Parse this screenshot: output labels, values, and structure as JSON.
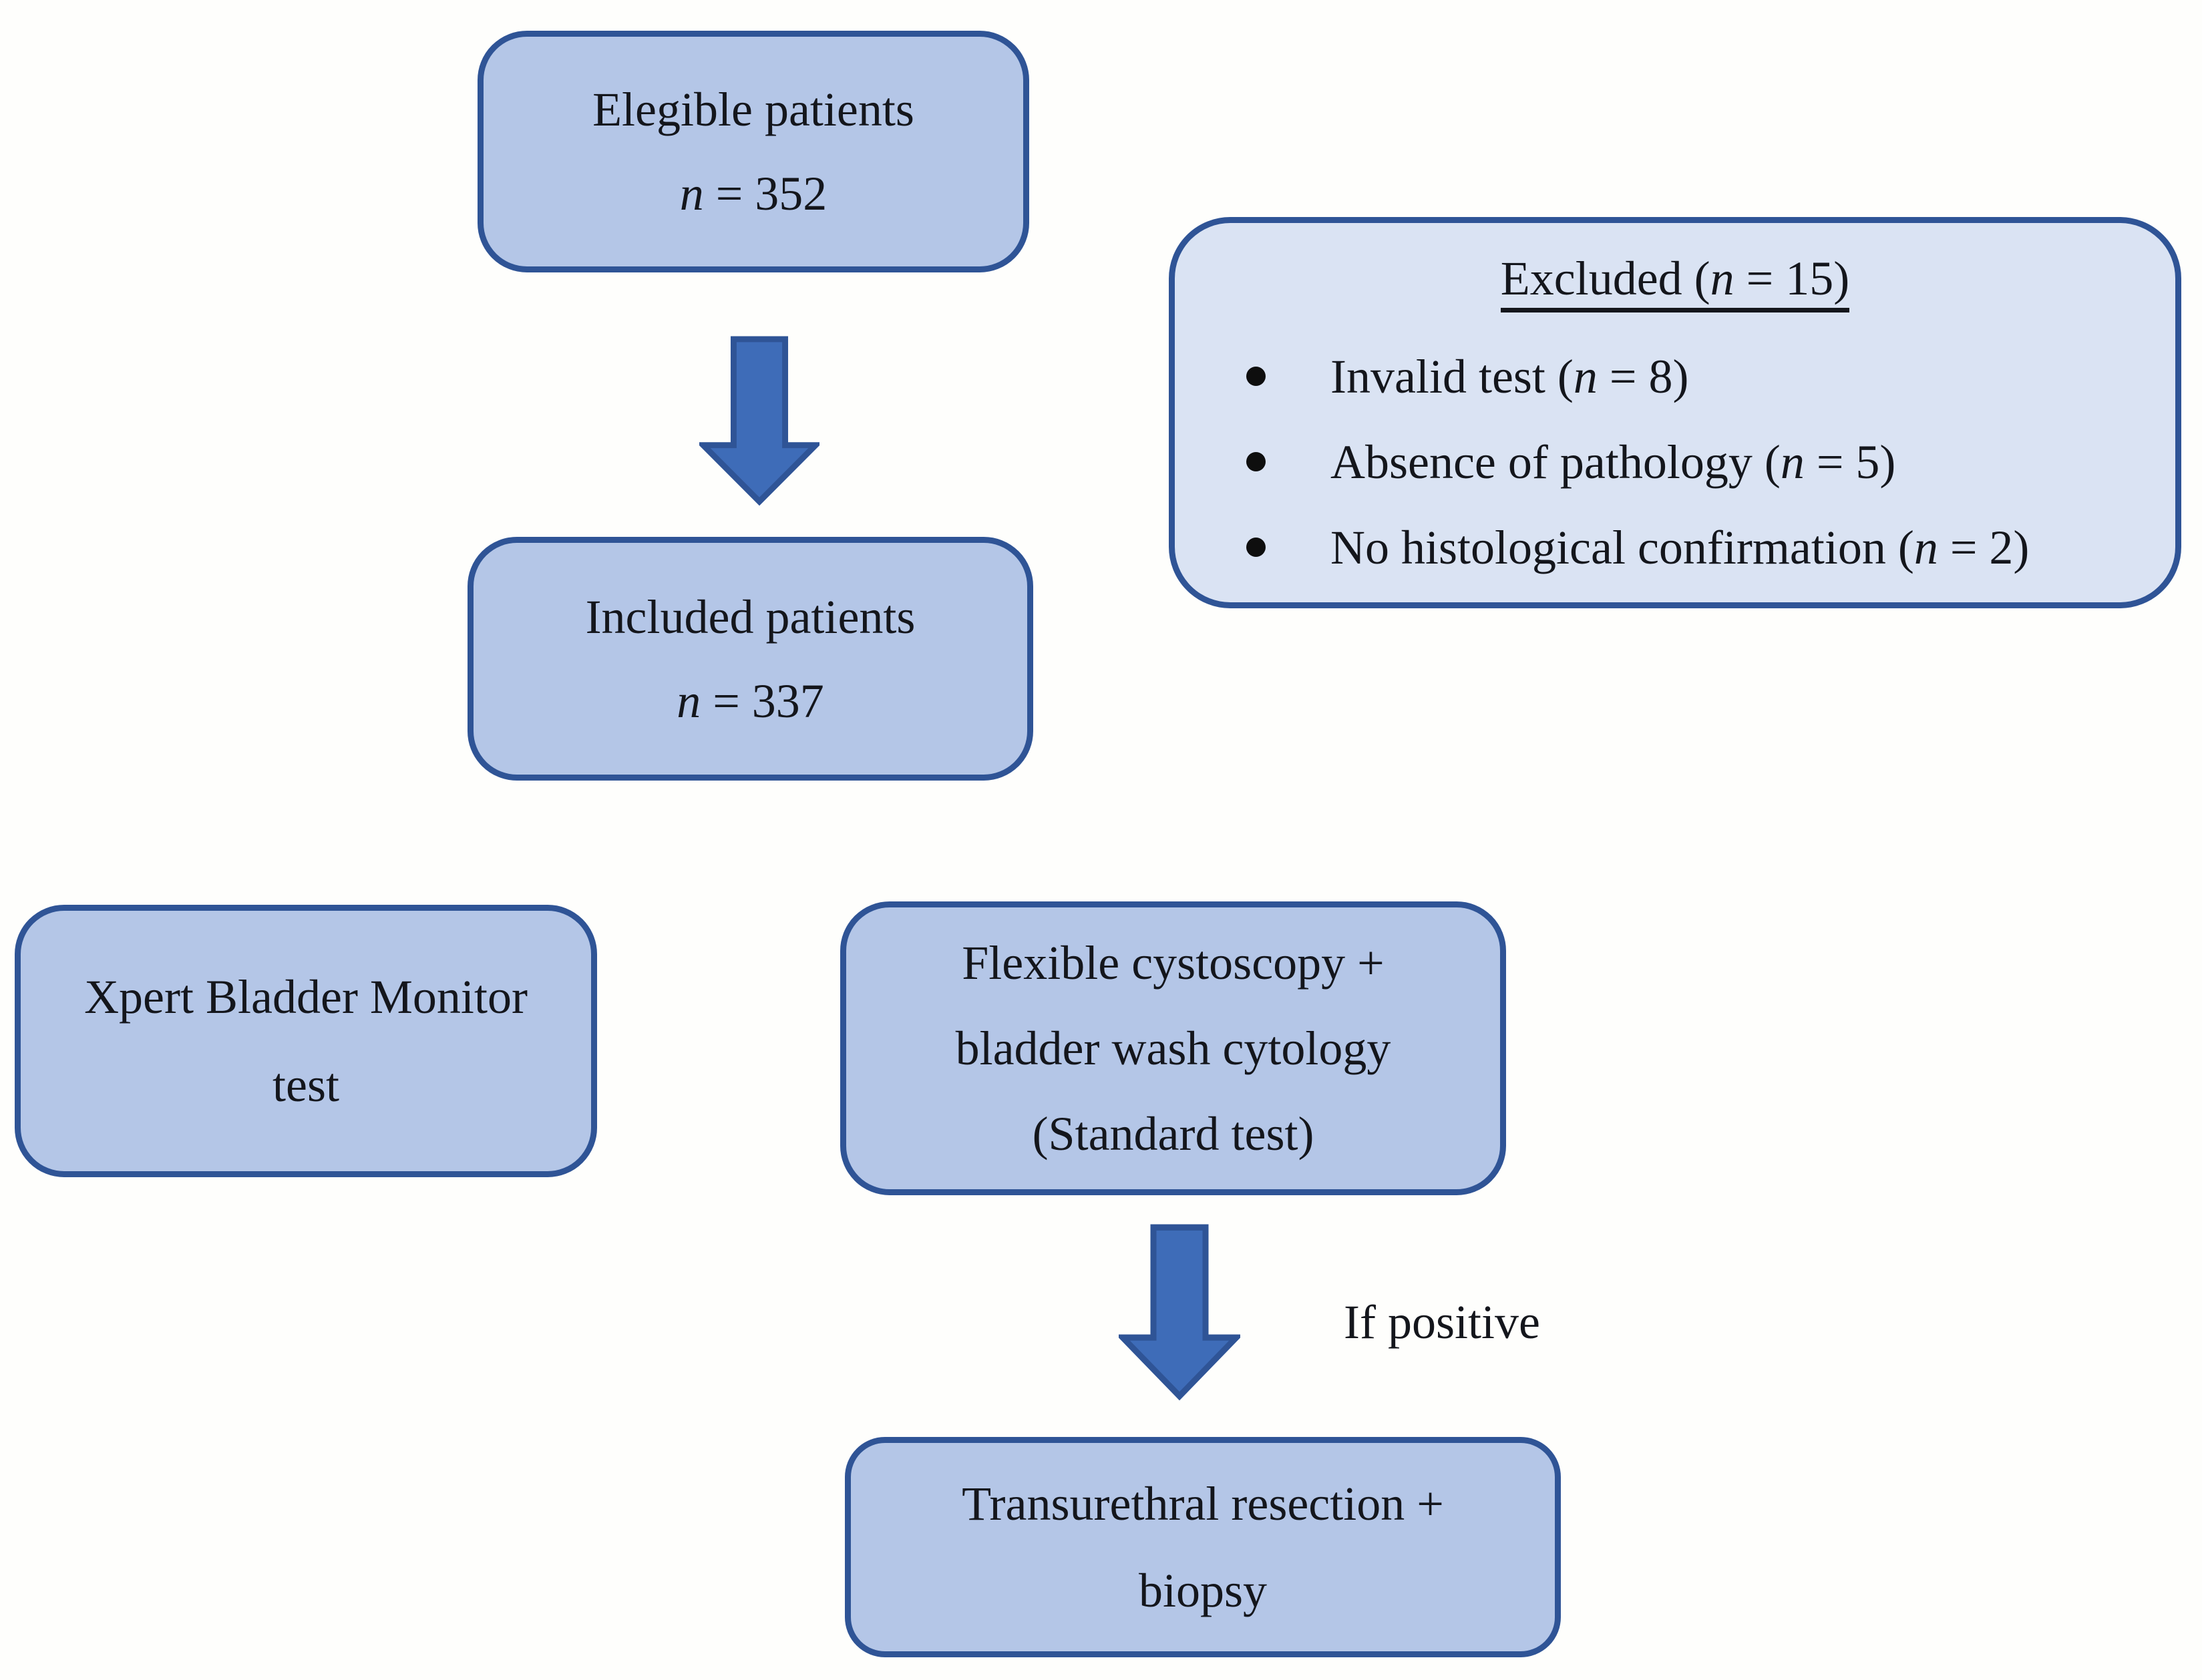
{
  "figure": {
    "type": "patient-flow-diagram",
    "background": "#fefefc"
  },
  "colors": {
    "box_fill": "#b4c6e7",
    "box_fill_light": "#dae3f3",
    "box_border": "#2f5496",
    "arrow_fill": "#3e6cb8",
    "arrow_border": "#2f5496",
    "text": "#14161c",
    "bullet_dot": "#0e0e0e"
  },
  "boxes": {
    "eligible": {
      "line1": "Elegible patients",
      "n": "n",
      "n_post": " = 352"
    },
    "included": {
      "line1": "Included patients",
      "n": "n",
      "n_post": " = 337"
    },
    "excluded": {
      "title_pre": "Excluded (",
      "title_n": "n",
      "title_post": " = 15)",
      "bullets": [
        {
          "pre": "Invalid test (",
          "n": "n",
          "post": " = 8)"
        },
        {
          "pre": "Absence of pathology (",
          "n": "n",
          "post": " = 5)"
        },
        {
          "pre": "No histological confirmation (",
          "n": "n",
          "post": " = 2)"
        }
      ]
    },
    "xpert": {
      "line1": "Xpert Bladder Monitor",
      "line2": "test"
    },
    "flexible": {
      "line1": "Flexible cystoscopy +",
      "line2": "bladder wash cytology",
      "line3": "(Standard test)"
    },
    "transurethral": {
      "line1": "Transurethral resection +",
      "line2": "biopsy"
    }
  },
  "labels": {
    "if_positive": "If positive"
  }
}
